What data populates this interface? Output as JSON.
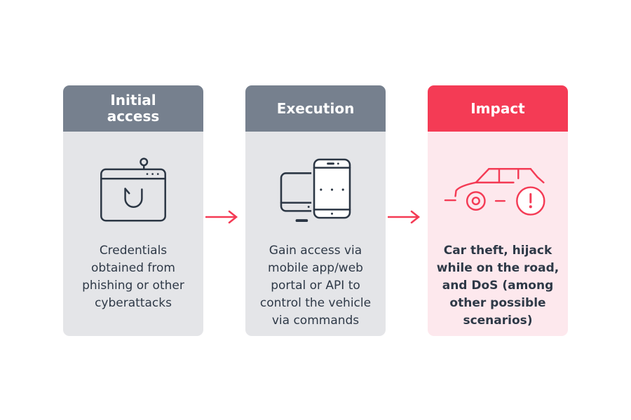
{
  "colors": {
    "header_gray": "#76808E",
    "body_gray": "#E4E5E8",
    "header_red": "#F43B55",
    "body_pink": "#FDE8ED",
    "text_dark": "#2E3947",
    "icon_dark": "#2B3644",
    "arrow_red": "#F43B55",
    "title_white": "#FFFFFF"
  },
  "diagram": {
    "stages": [
      {
        "id": "initial-access",
        "title": "Initial\naccess",
        "description": "Credentials obtained from phishing or other cyberattacks",
        "icon": "phishing-browser-hook-icon",
        "theme": "gray"
      },
      {
        "id": "execution",
        "title": "Execution",
        "description": "Gain access via mobile app/web portal or API to control the vehicle via commands",
        "icon": "devices-monitor-phone-icon",
        "theme": "gray"
      },
      {
        "id": "impact",
        "title": "Impact",
        "description": "Car theft, hijack while on the road, and DoS (among other possible scenarios)",
        "icon": "car-warning-icon",
        "theme": "red"
      }
    ],
    "connectors": [
      {
        "type": "arrow-right",
        "from": "initial-access",
        "to": "execution"
      },
      {
        "type": "arrow-right",
        "from": "execution",
        "to": "impact"
      }
    ]
  }
}
